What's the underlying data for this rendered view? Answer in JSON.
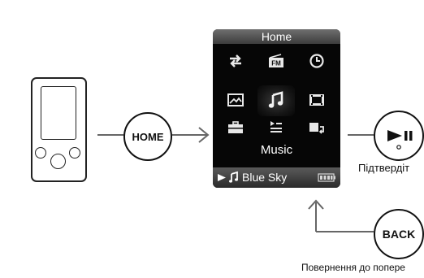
{
  "home_button": {
    "label": "HOME"
  },
  "back_button": {
    "label": "BACK"
  },
  "play_pause_button": {
    "icon": "play-pause-icon"
  },
  "player": {
    "title": "Home",
    "icons": [
      "repeat-icon",
      "fm-radio-icon",
      "clock-icon",
      "photo-icon",
      "music-note-icon",
      "film-icon",
      "briefcase-icon",
      "playlist-icon",
      "playback-return-icon"
    ],
    "selected_label": "Music",
    "status": {
      "now_playing": "Blue Sky",
      "playing_icon": "play-icon",
      "track_icon": "music-note-icon",
      "battery_icon": "battery-icon"
    }
  },
  "captions": {
    "confirm": "Підтвердіт",
    "back": "Повернення до попере"
  },
  "colors": {
    "screen_bg": "#060606",
    "line": "#666666"
  }
}
